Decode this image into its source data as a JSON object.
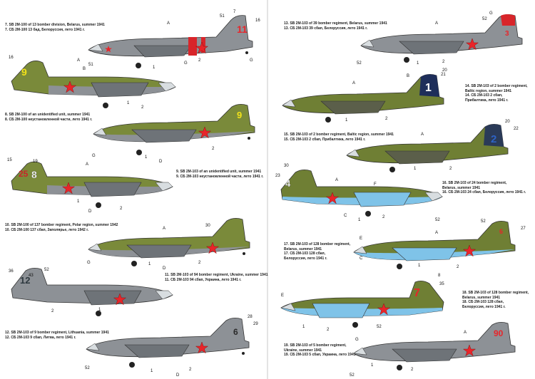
{
  "captions": [
    {
      "lines": [
        "7. SB 2M-100 of 13 bomber division, Belarus, summer 1941",
        "7. СБ 2М-100 13 бад, Белоруссия, лето 1941 г."
      ]
    },
    {
      "lines": [
        "8. SB 2M-100 of an unidentified unit, summer 1941",
        "8. СБ 2М-100 неустановленной части, лето 1941 г."
      ]
    },
    {
      "lines": [
        "9. SB 2M-103 of an unidentified unit, summer 1941",
        "9. СБ 2М-103 неустановленной части, лето 1941 г."
      ]
    },
    {
      "lines": [
        "10. SB 2M-100 of 137 bomber regiment, Polar region, summer 1942",
        "10. СБ 2М-100 137 сбап, Заполярье, лето 1942 г."
      ]
    },
    {
      "lines": [
        "11. SB 2M-103 of 94 bomber regiment, Ukraine, summer 1941",
        "11. СБ 2М-103 94 сбап, Украина, лето 1941 г."
      ]
    },
    {
      "lines": [
        "12. SB 2M-103 of 9 bomber regiment, Lithuania, summer 1941",
        "12. СБ 2М-103 9 сбап, Литва, лето 1941 г."
      ]
    },
    {
      "lines": [
        "13. SB 2M-103 of 39 bomber regiment, Belarus, summer 1941",
        "13. СБ 2М-103 39 сбап, Белоруссия, лето 1941 г."
      ]
    },
    {
      "lines": [
        "14. SB 2M-103 of 2 bomber regiment,",
        "Baltic region, summer 1941",
        "14. СБ 2М-103 2 сбап,",
        "Прибалтика, лето 1941 г."
      ]
    },
    {
      "lines": [
        "15. SB 2M-103 of 2 bomber regiment, Baltic region, summer 1941",
        "15. СБ 2М-103 2 сбап, Прибалтика, лето 1941 г."
      ]
    },
    {
      "lines": [
        "16. SB 2M-103 of 24 bomber regiment,",
        "Belarus, summer 1941",
        "16. СБ 2М-103 24 сбап, Белоруссия, лето 1941 г."
      ]
    },
    {
      "lines": [
        "17. SB 2M-103 of 128 bomber regiment,",
        "Belarus, summer 1941",
        "17. СБ 2М-103 128 сбап,",
        "Белоруссия, лето 1941 г."
      ]
    },
    {
      "lines": [
        "18. SB 2M-103 of 128 bomber regiment,",
        "Belarus, summer 1941",
        "18. СБ 2М-103 128 сбап,",
        "Белоруссия, лето 1941 г."
      ]
    },
    {
      "lines": [
        "19. SB 2M-103 of 5 bomber regiment,",
        "Ukraine, summer 1941",
        "19. СБ 2М-103 5 сбап, Украина, лето 1941 г."
      ]
    }
  ],
  "planes": [
    {
      "tail_code": "11",
      "code_color": "#e8252a"
    },
    {
      "tail_code": "9",
      "code_color": "#f2e21a"
    },
    {
      "tail_code": "9",
      "code_color": "#f2e21a"
    },
    {
      "tail_code": "25",
      "code_color": "#c8242a"
    },
    {
      "tail_code": "8",
      "code_color": "#ffffff"
    },
    {
      "tail_code": "",
      "code_color": "#ffffff"
    },
    {
      "tail_code": "12",
      "code_color": "#2f3a40"
    },
    {
      "tail_code": "6",
      "code_color": "#2a2a2a"
    },
    {
      "tail_code": "3",
      "code_color": "#e8252a"
    },
    {
      "tail_code": "1",
      "code_color": "#ffffff"
    },
    {
      "tail_code": "2",
      "code_color": "#2e62c4"
    },
    {
      "tail_code": "4",
      "code_color": "#ffffff"
    },
    {
      "tail_code": "6",
      "code_color": "#e8252a"
    },
    {
      "tail_code": "7",
      "code_color": "#e8252a"
    },
    {
      "tail_code": "90",
      "code_color": "#e8252a"
    }
  ],
  "callouts": {
    "p1": [
      "7",
      "51",
      "16",
      "A",
      "1",
      "2",
      "G",
      "G",
      "51"
    ],
    "p2": [
      "16",
      "A",
      "B",
      "1",
      "2"
    ],
    "p3": [
      "G",
      "1",
      "2",
      "D"
    ],
    "p4": [
      "15",
      "19",
      "A",
      "1",
      "2",
      "D"
    ],
    "p5": [
      "30",
      "A",
      "G",
      "1",
      "2",
      "D"
    ],
    "p6": [
      "36",
      "52",
      "43",
      "1",
      "2"
    ],
    "p7": [
      "28",
      "29",
      "52",
      "2",
      "1",
      "D"
    ],
    "p8": [
      "G",
      "52",
      "A",
      "52",
      "1",
      "2"
    ],
    "p9": [
      "A",
      "B",
      "21",
      "20",
      "1",
      "2"
    ],
    "p10": [
      "20",
      "22",
      "A",
      "1",
      "2"
    ],
    "p11": [
      "30",
      "23",
      "A",
      "F",
      "52",
      "C",
      "1",
      "2"
    ],
    "p12": [
      "52",
      "27",
      "E",
      "A",
      "C",
      "1",
      "2"
    ],
    "p13": [
      "8",
      "35",
      "E",
      "1",
      "2",
      "52"
    ],
    "p14": [
      "A",
      "G",
      "1",
      "2",
      "52"
    ]
  }
}
